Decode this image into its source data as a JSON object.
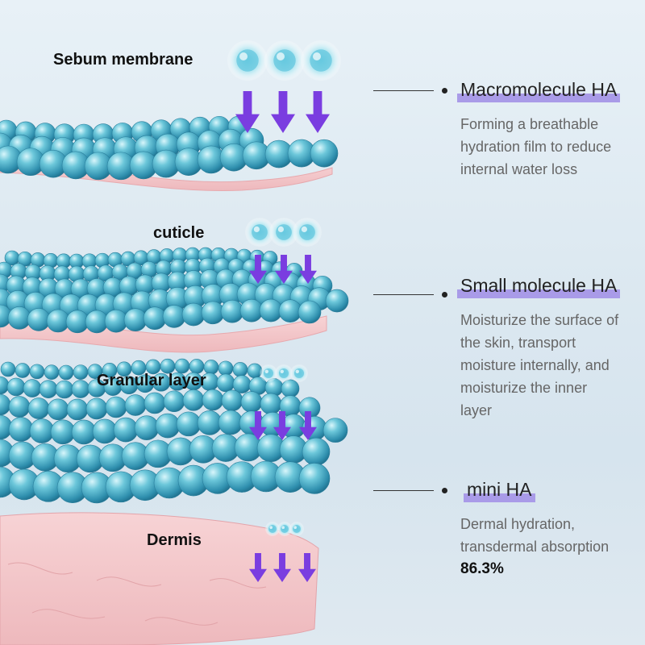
{
  "layers": [
    {
      "id": "sebum",
      "label": "Sebum membrane"
    },
    {
      "id": "cuticle",
      "label": "cuticle"
    },
    {
      "id": "granular",
      "label": "Granular layer"
    },
    {
      "id": "dermis",
      "label": "Dermis"
    }
  ],
  "ha_types": [
    {
      "title": "Macromolecule HA",
      "description": "Forming a breathable hydration film to reduce internal water loss"
    },
    {
      "title": "Small molecule HA",
      "description": "Moisturize the surface of the skin, transport moisture internally, and moisturize the inner layer"
    },
    {
      "title": "mini HA",
      "description": "Dermal hydration, transdermal absorption",
      "value": "86.3%"
    }
  ],
  "colors": {
    "highlight": "#a99be8",
    "arrow": "#7a3de0",
    "bead": "#4fb4cc",
    "skin": "#f2c3c6"
  }
}
